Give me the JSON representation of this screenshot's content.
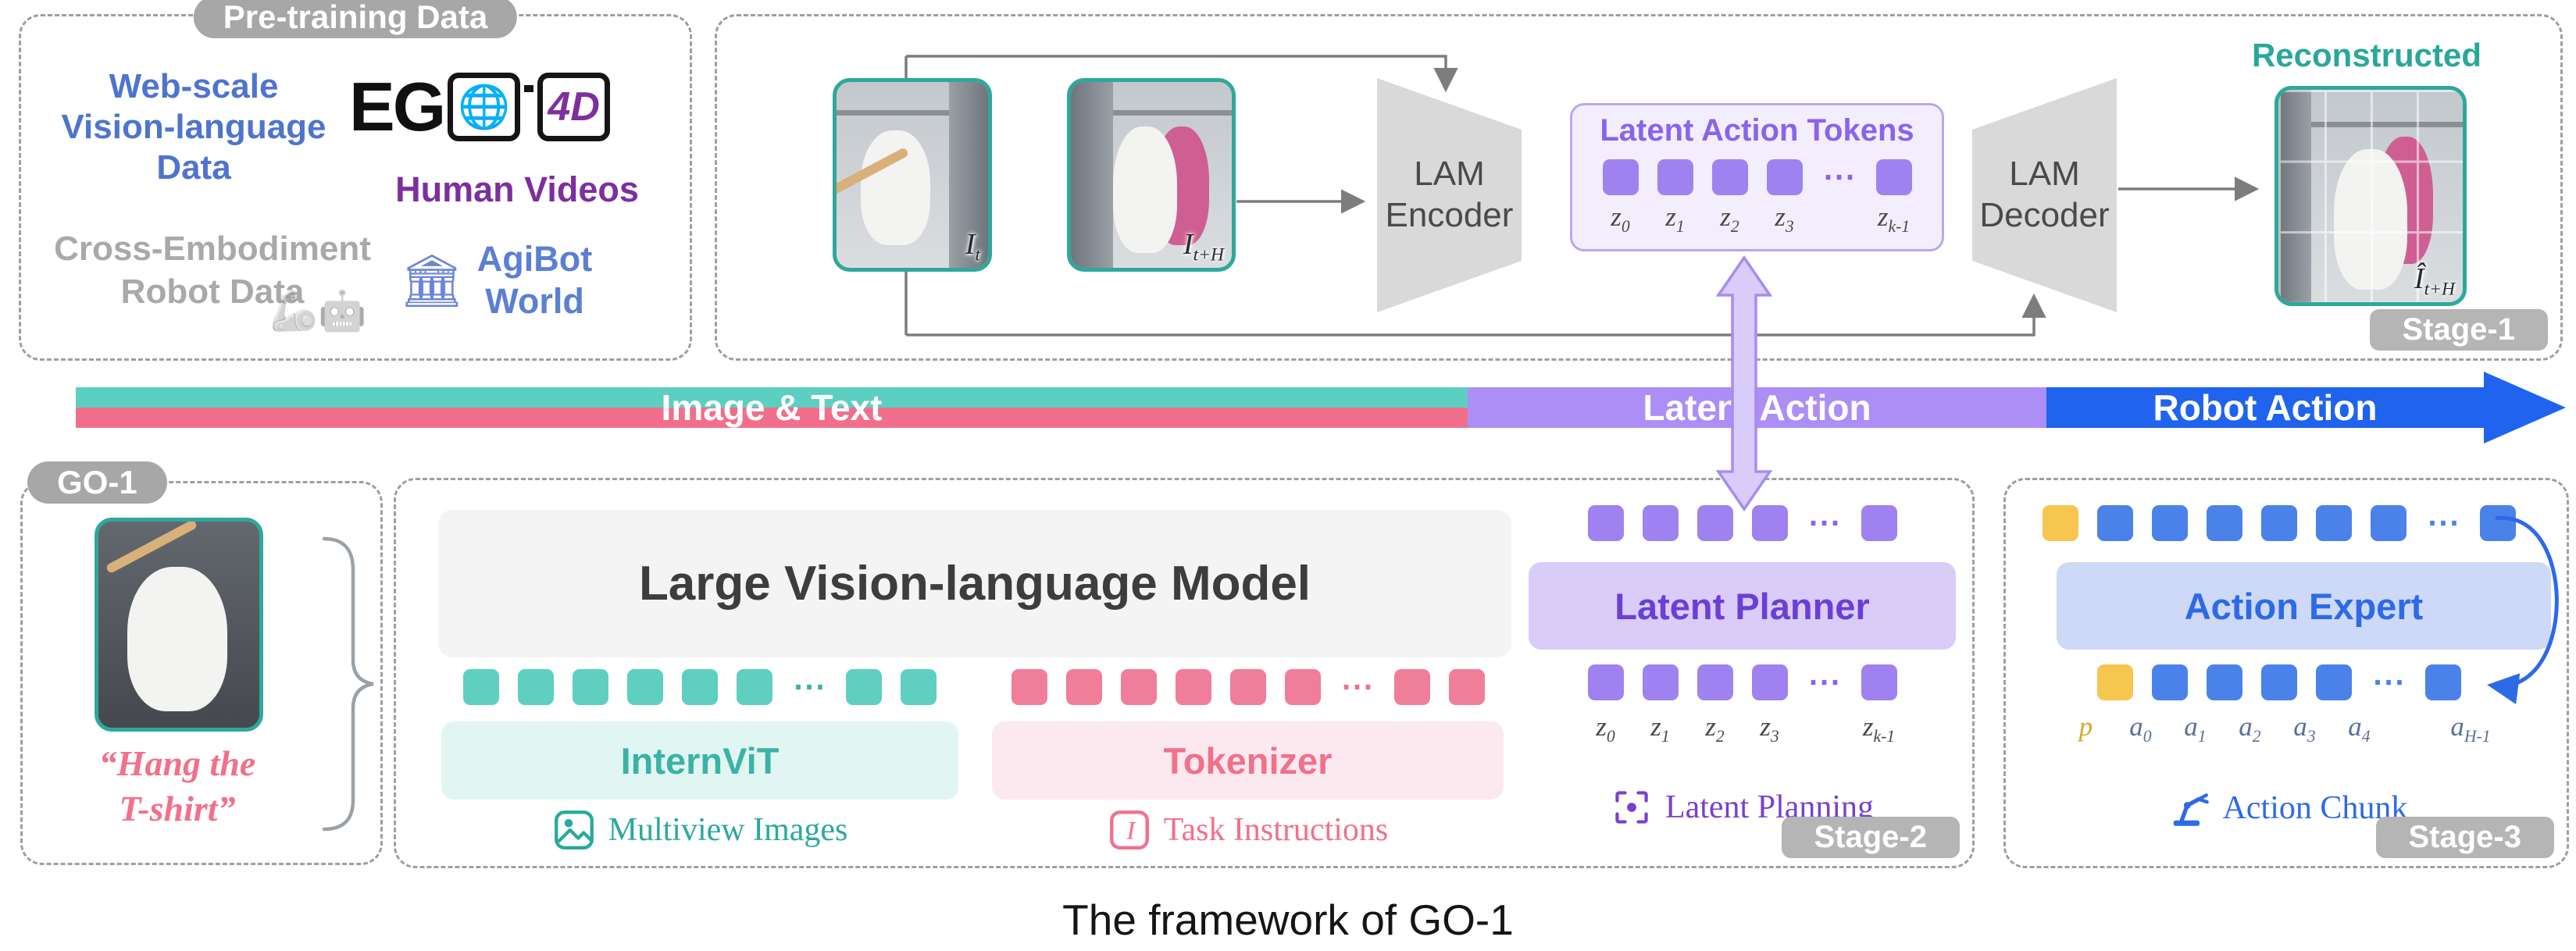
{
  "pretraining": {
    "title": "Pre-training Data",
    "web": "Web-scale\nVision-language\nData",
    "ego_eg": "EG",
    "ego_globe": "🌐",
    "ego_4d": "4D",
    "human_videos": "Human Videos",
    "cross": "Cross-Embodiment\nRobot Data",
    "robot_icons": "🦾🤖",
    "agibot_icon": "🏛",
    "agibot": "AgiBot\nWorld"
  },
  "stage1": {
    "label": "Stage-1",
    "encoder": "LAM\nEncoder",
    "decoder": "LAM\nDecoder",
    "tokens_title": "Latent Action Tokens",
    "tokens": [
      "purple",
      "purple",
      "purple",
      "purple",
      "dots",
      "purple"
    ],
    "token_labels": [
      "z_0",
      "z_1",
      "z_2",
      "z_3",
      "",
      "z_k-1"
    ],
    "img_t": "I_t",
    "img_th": "I_t+H",
    "reconstructed": "Reconstructed",
    "img_rec": "Î_t+H"
  },
  "flow": {
    "image_text": "Image & Text",
    "latent_action": "Latent Action",
    "robot_action": "Robot Action"
  },
  "go1": {
    "label": "GO-1",
    "instruction": "“Hang the\nT-shirt”"
  },
  "stage2": {
    "label": "Stage-2",
    "lvm": "Large Vision-language Model",
    "teal_tokens": [
      "teal",
      "teal",
      "teal",
      "teal",
      "teal",
      "teal",
      "dots",
      "teal",
      "teal"
    ],
    "pink_tokens": [
      "pink",
      "pink",
      "pink",
      "pink",
      "pink",
      "pink",
      "dots",
      "pink",
      "pink"
    ],
    "internvit": "InternViT",
    "tokenizer": "Tokenizer",
    "multiview": "Multiview Images",
    "task": "Task Instructions",
    "planner": "Latent Planner",
    "planner_tokens": [
      "purple",
      "purple",
      "purple",
      "purple",
      "dots",
      "purple"
    ],
    "planner_labels": [
      "z_0",
      "z_1",
      "z_2",
      "z_3",
      "",
      "z_k-1"
    ],
    "planning": "Latent Planning"
  },
  "stage3": {
    "label": "Stage-3",
    "expert": "Action Expert",
    "top_tokens": [
      "yellow",
      "blue",
      "blue",
      "blue",
      "blue",
      "blue",
      "blue",
      "dots",
      "blue"
    ],
    "bottom_tokens": [
      "yellow",
      "blue",
      "blue",
      "blue",
      "blue",
      "dots",
      "blue"
    ],
    "labels": [
      "p",
      "a_0",
      "a_1",
      "a_2",
      "a_3",
      "a_4",
      "",
      "a_H-1"
    ],
    "chunk": "Action Chunk"
  },
  "caption": "The framework of GO-1"
}
